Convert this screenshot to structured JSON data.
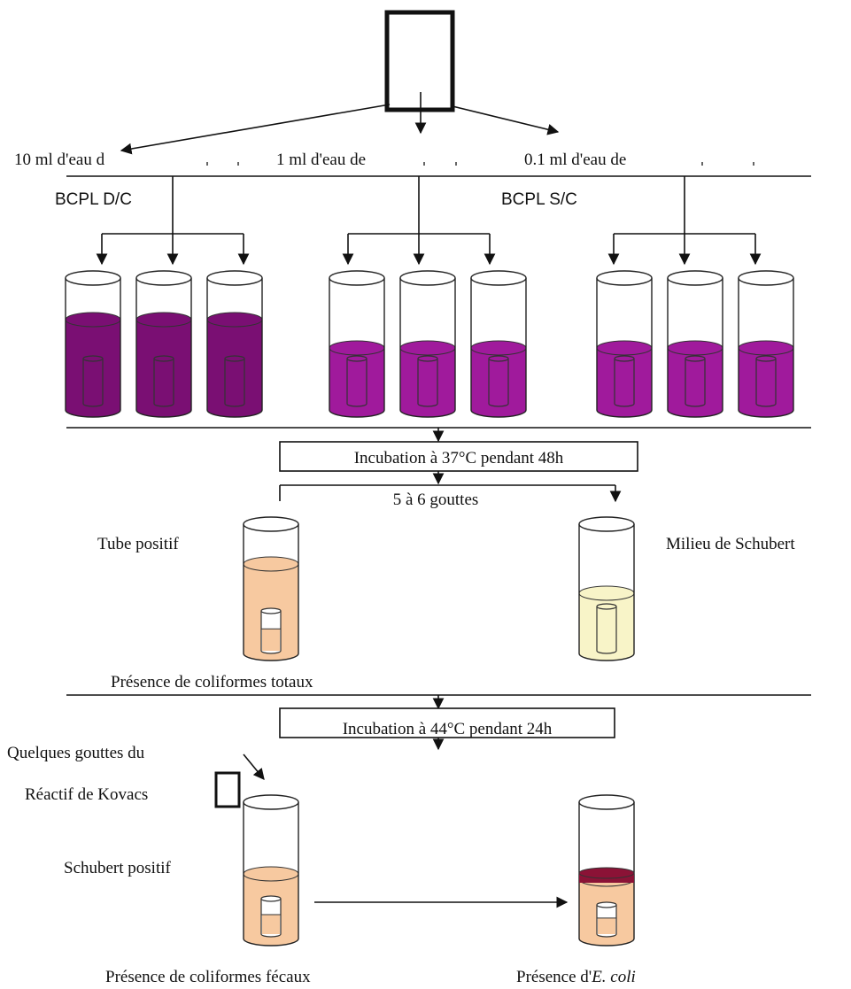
{
  "dilutions": [
    {
      "label": "10 ml d'eau d"
    },
    {
      "label": "1 ml d'eau de"
    },
    {
      "label": "0.1 ml d'eau de"
    }
  ],
  "media": {
    "double_strength": "BCPL D/C",
    "single_strength": "BCPL S/C"
  },
  "steps": {
    "incubation_1": "Incubation à 37°C pendant 48h",
    "drops": "5 à 6 gouttes",
    "positive_tube": "Tube positif",
    "schubert_medium": "Milieu de Schubert",
    "total_coliforms": "Présence de coliformes totaux",
    "incubation_2": "Incubation à 44°C pendant 24h",
    "kovacs_line1": "Quelques gouttes du",
    "kovacs_line2": "Réactif de Kovacs",
    "schubert_positive": "Schubert positif",
    "fecal_coliforms": "Présence de coliformes fécaux",
    "ecoli_prefix": "Présence d'",
    "ecoli_name": "E. coli"
  },
  "colors": {
    "bcpl_dc": "#7a0f73",
    "bcpl_sc": "#a01a9c",
    "positive_broth": "#f7c9a0",
    "schubert_broth": "#f8f4c8",
    "kovacs_ring": "#8b1236",
    "bell": "#ffffff"
  }
}
